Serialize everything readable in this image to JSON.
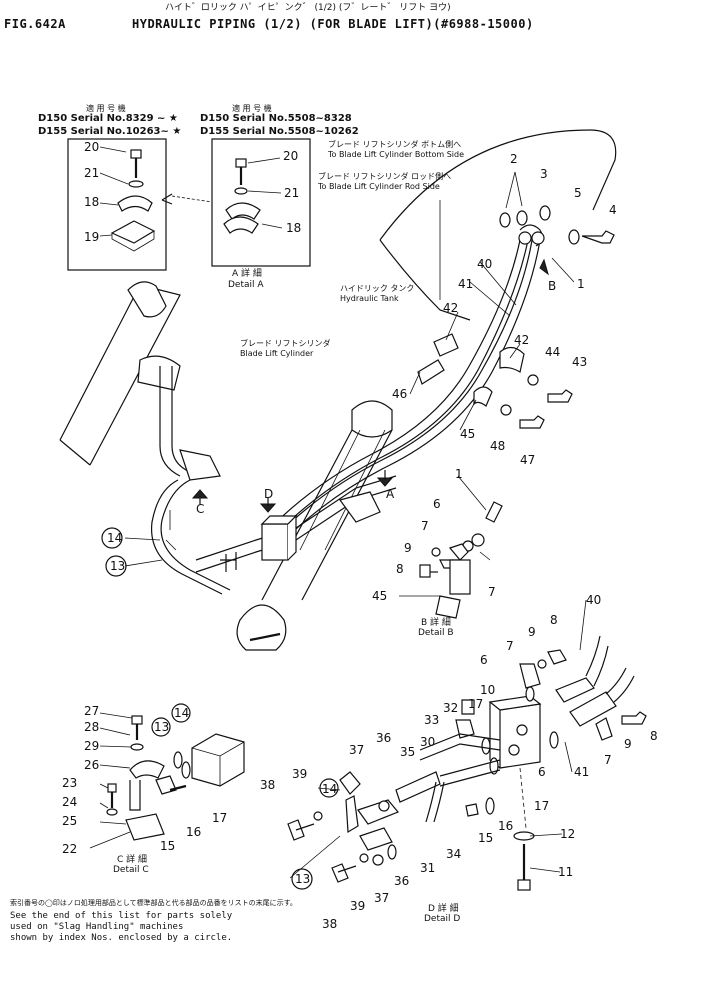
{
  "header": {
    "fig": "FIG.642A",
    "title_jp": "ハイト゛ロリック ハ゜イヒ゜ンク゛ (1/2) (フ゛レート゛ リフト ヨウ)",
    "title_en": "HYDRAULIC PIPING (1/2) (FOR BLADE LIFT)(#6988-15000)"
  },
  "serials": {
    "left_jp": "適 用 号 機",
    "left_1": "D150 Serial  No.8329 ~ ★",
    "left_2": "D155 Serial  No.10263~ ★",
    "right_jp": "適 用 号 機",
    "right_1": "D150 Serial  No.5508~8328",
    "right_2": "D155 Serial  No.5508~10262"
  },
  "callouts": {
    "bottom_jp": "ブレード リフトシリンダ ボトム側へ",
    "bottom_en": "To Blade Lift Cylinder Bottom Side",
    "rod_jp": "ブレード リフトシリンダ ロッド側へ",
    "rod_en": "To Blade Lift Cylinder Rod Side",
    "tank_jp": "ハイドリック タンク",
    "tank_en": "Hydraulic Tank",
    "cyl_jp": "ブレード リフトシリンダ",
    "cyl_en": "Blade Lift Cylinder"
  },
  "details": {
    "a_jp": "A 詳 細",
    "a_en": "Detail A",
    "b_jp": "B 詳 細",
    "b_en": "Detail B",
    "c_jp": "C 詳 細",
    "c_en": "Detail C",
    "d_jp": "D 詳 細",
    "d_en": "Detail D"
  },
  "view_letters": {
    "a": "A",
    "b": "B",
    "c": "C",
    "d": "D"
  },
  "part_numbers": {
    "p1": "1",
    "p2": "2",
    "p3": "3",
    "p4": "4",
    "p5": "5",
    "p6": "6",
    "p7": "7",
    "p8": "8",
    "p9": "9",
    "p10": "10",
    "p11": "11",
    "p12": "12",
    "p13": "13",
    "p14": "14",
    "p15": "15",
    "p16": "16",
    "p17": "17",
    "p18": "18",
    "p19": "19",
    "p20": "20",
    "p21": "21",
    "p22": "22",
    "p23": "23",
    "p24": "24",
    "p25": "25",
    "p26": "26",
    "p27": "27",
    "p28": "28",
    "p29": "29",
    "p30": "30",
    "p31": "31",
    "p32": "32",
    "p33": "33",
    "p34": "34",
    "p35": "35",
    "p36": "36",
    "p37": "37",
    "p38": "38",
    "p39": "39",
    "p40": "40",
    "p41": "41",
    "p42": "42",
    "p43": "43",
    "p44": "44",
    "p45": "45",
    "p46": "46",
    "p47": "47",
    "p48": "48"
  },
  "footnote": {
    "jp": "索引番号の◯印はノロ処理用部品として標準部品と代る部品の品番をリストの末尾に示す。",
    "line1": "See  the  end  of  this  list  for  parts  solely",
    "line2": "used  on  \"Slag  Handling\"  machines",
    "line3": "shown  by  index  Nos.  enclosed  by  a  circle."
  }
}
